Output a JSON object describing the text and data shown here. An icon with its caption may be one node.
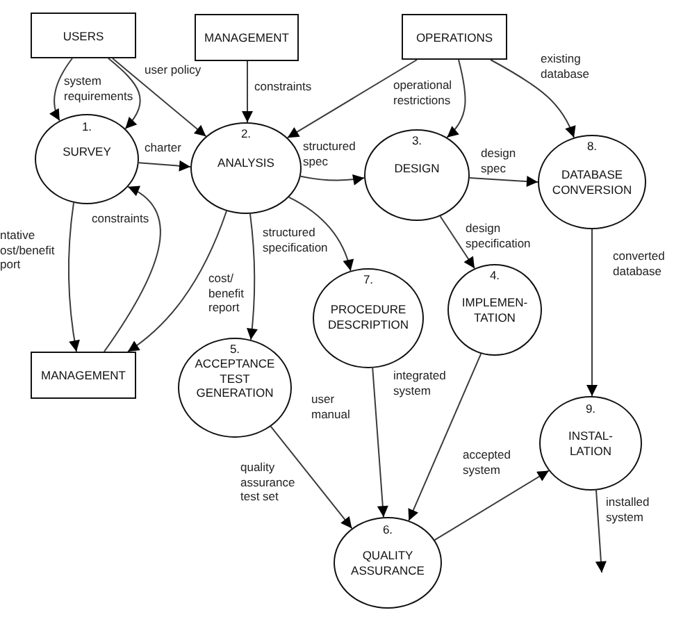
{
  "diagram": {
    "nodes": [
      {
        "text": [
          "USERS"
        ]
      },
      {
        "text": [
          "MANAGEMENT"
        ]
      },
      {
        "text": [
          "OPERATIONS"
        ]
      },
      {
        "text": [
          "1.",
          "SURVEY"
        ]
      },
      {
        "text": [
          "2.",
          "ANALYSIS"
        ]
      },
      {
        "text": [
          "3.",
          "DESIGN"
        ]
      },
      {
        "text": [
          "8.",
          "DATABASE CONVERSION"
        ]
      },
      {
        "text": [
          "MANAGEMENT"
        ]
      },
      {
        "text": [
          "5.",
          "ACCEPTANCE TEST GENERATION"
        ]
      },
      {
        "text": [
          "7.",
          "PROCEDURE DESCRIPTION"
        ]
      },
      {
        "text": [
          "4.",
          "IMPLEMEN- TATION"
        ]
      },
      {
        "text": [
          "9.",
          "INSTAL- LATION"
        ]
      },
      {
        "text": [
          "6.",
          "QUALITY ASSURANCE"
        ]
      }
    ],
    "edges": [
      {
        "from": 0,
        "to": 3,
        "arrow": "to",
        "label": "system requirements"
      },
      {
        "from": 0,
        "to": 3,
        "arrow": "to"
      },
      {
        "from": 0,
        "to": 4,
        "arrow": "to",
        "label": "user policy"
      },
      {
        "from": 1,
        "to": 4,
        "arrow": "to",
        "label": "constraints"
      },
      {
        "from": 2,
        "to": 4,
        "arrow": "to",
        "label": "operational restrictions"
      },
      {
        "from": 2,
        "to": 5,
        "arrow": "to"
      },
      {
        "from": 2,
        "to": 6,
        "arrow": "to",
        "label": "existing database"
      },
      {
        "from": 3,
        "to": 4,
        "arrow": "to",
        "label": "charter"
      },
      {
        "from": 4,
        "to": 5,
        "arrow": "to",
        "label": "structured spec"
      },
      {
        "from": 5,
        "to": 6,
        "arrow": "to",
        "label": "design spec"
      },
      {
        "from": 3,
        "to": 7,
        "arrow": "to",
        "label": "ntative ost/benefit port"
      },
      {
        "from": 7,
        "to": 3,
        "arrow": "to",
        "label": "constraints"
      },
      {
        "from": 4,
        "to": 7,
        "arrow": "to",
        "label": "cost/ benefit report"
      },
      {
        "from": 4,
        "to": 8,
        "arrow": "to",
        "label": "structured specification"
      },
      {
        "from": 4,
        "to": 9,
        "arrow": "to"
      },
      {
        "from": 5,
        "to": 10,
        "arrow": "to",
        "label": "design specification"
      },
      {
        "from": 6,
        "to": 11,
        "arrow": "to",
        "label": "converted database"
      },
      {
        "from": 8,
        "to": 12,
        "arrow": "to",
        "label": "quality assurance test set"
      },
      {
        "from": 9,
        "to": 12,
        "arrow": "to",
        "label": "user manual"
      },
      {
        "from": 10,
        "to": 12,
        "arrow": "to",
        "label": "integrated system"
      },
      {
        "from": 12,
        "to": 11,
        "arrow": "to",
        "label": "accepted system"
      },
      {
        "from": 11,
        "to": null,
        "arrow": "to",
        "label": "installed system"
      }
    ]
  }
}
